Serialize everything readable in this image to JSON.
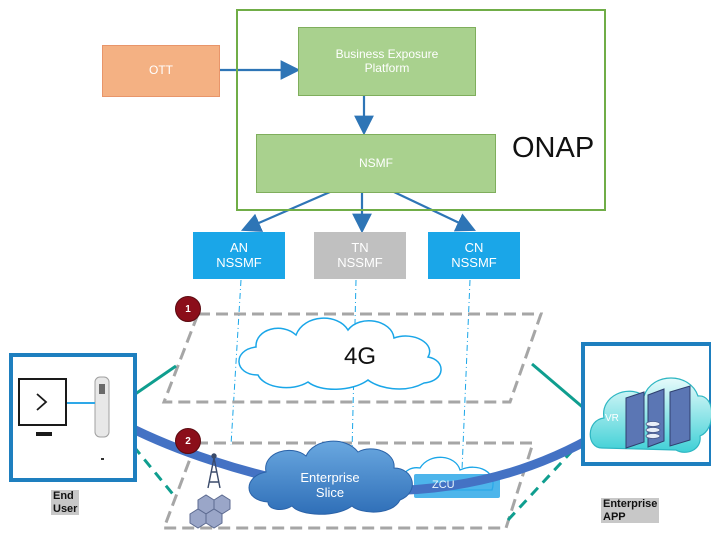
{
  "onap": {
    "label": "ONAP"
  },
  "boxes": {
    "ott": "OTT",
    "business_exposure": "Business Exposure\nPlatform",
    "nsmf": "NSMF",
    "an_nssmf": "AN\nNSSMF",
    "tn_nssmf": "TN\nNSSMF",
    "cn_nssmf": "CN\nNSSMF"
  },
  "network": {
    "cloud_4g": "4G",
    "enterprise_slice": "Enterprise\nSlice",
    "zcu_label": "ZCU",
    "vr_label": "VR"
  },
  "markers": {
    "one": "1",
    "two": "2"
  },
  "captions": {
    "end_user": "End\nUser",
    "enterprise_app": "Enterprise\nAPP"
  },
  "colors": {
    "onap_border": "#70ad47",
    "platform_green": "#a9d18e",
    "ott_orange": "#f4b183",
    "nssmf_blue": "#1aa6e8",
    "nssmf_gray": "#c0c0c0",
    "arrow_blue": "#2e75b6",
    "slice_blue": "#4472c4",
    "teal": "#0f9e8f",
    "marker_red": "#8b0e1a"
  }
}
